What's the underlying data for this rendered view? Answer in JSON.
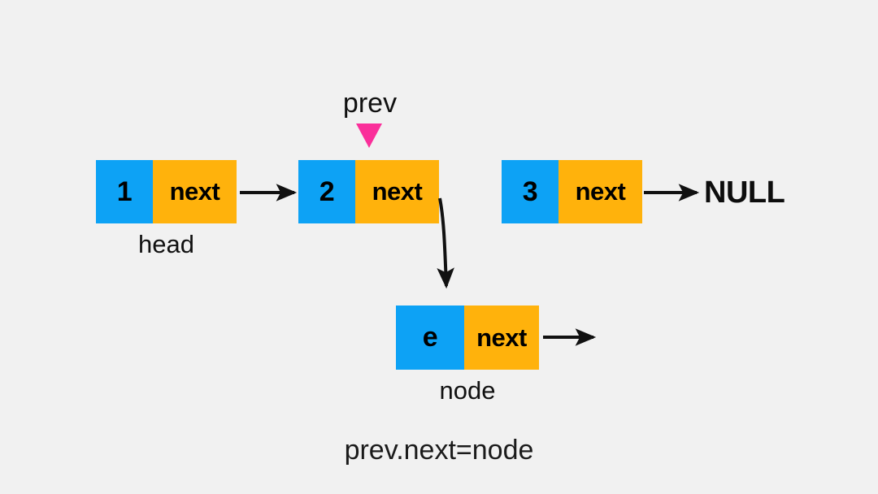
{
  "diagram": {
    "title_caption": "prev.next=node",
    "background_color": "#f1f1f1",
    "value_cell_color": "#0da2f5",
    "next_cell_color": "#ffb20c",
    "pointer_marker_color": "#fa2f9a",
    "arrow_color": "#111111"
  },
  "nodes": [
    {
      "id": "node1",
      "value": "1",
      "next_label": "next",
      "caption": "head"
    },
    {
      "id": "node2",
      "value": "2",
      "next_label": "next",
      "caption": ""
    },
    {
      "id": "node3",
      "value": "3",
      "next_label": "next",
      "caption": ""
    },
    {
      "id": "node_new",
      "value": "e",
      "next_label": "next",
      "caption": "node"
    }
  ],
  "pointers": [
    {
      "id": "prev",
      "label": "prev",
      "marker": "triangle-down-icon"
    }
  ],
  "terminators": [
    {
      "id": "null-terminator",
      "label": "NULL"
    }
  ]
}
